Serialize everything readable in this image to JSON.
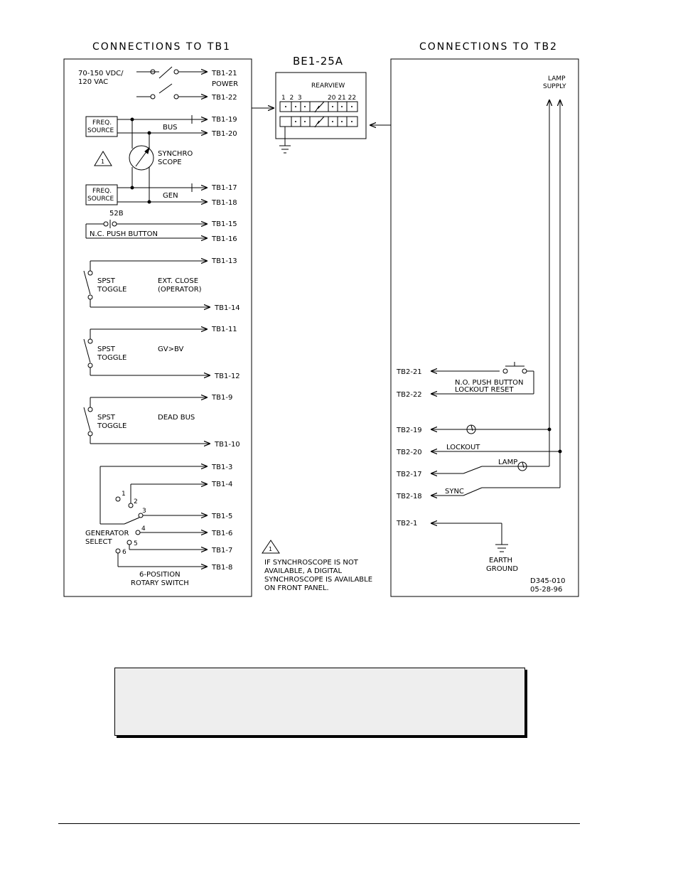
{
  "tb1": {
    "title": "CONNECTIONS TO TB1",
    "power_label_1": "70-150 VDC/",
    "power_label_2": "120 VAC",
    "power_text": "POWER",
    "freq_1": "FREQ.",
    "freq_2": "SOURCE",
    "bus": "BUS",
    "gen": "GEN",
    "synchro_1": "SYNCHRO",
    "synchro_2": "SCOPE",
    "note_mark": "1",
    "b52": "52B",
    "nc_push": "N.C. PUSH BUTTON",
    "spst": "SPST",
    "toggle": "TOGGLE",
    "ext_close_1": "EXT. CLOSE",
    "ext_close_2": "(OPERATOR)",
    "gvbv": "GV>BV",
    "dead_bus": "DEAD BUS",
    "gen_select_1": "GENERATOR",
    "gen_select_2": "SELECT",
    "rotary_1": "6-POSITION",
    "rotary_2": "ROTARY SWITCH",
    "pos": [
      "1",
      "2",
      "3",
      "4",
      "5",
      "6"
    ],
    "terminals": {
      "t21": "TB1-21",
      "t22": "TB1-22",
      "t19": "TB1-19",
      "t20": "TB1-20",
      "t17": "TB1-17",
      "t18": "TB1-18",
      "t15": "TB1-15",
      "t16": "TB1-16",
      "t13": "TB1-13",
      "t14": "TB1-14",
      "t11": "TB1-11",
      "t12": "TB1-12",
      "t9": "TB1-9",
      "t10": "TB1-10",
      "t3": "TB1-3",
      "t4": "TB1-4",
      "t5": "TB1-5",
      "t6": "TB1-6",
      "t7": "TB1-7",
      "t8": "TB1-8"
    }
  },
  "relay": {
    "title": "BE1-25A",
    "rearview": "REARVIEW",
    "pin_nums_left": "1  2  3",
    "pin_nums_right": "20 21 22"
  },
  "note": {
    "mark": "1",
    "line1": "IF SYNCHROSCOPE IS NOT",
    "line2": "AVAILABLE, A DIGITAL",
    "line3": "SYNCHROSCOPE IS AVAILABLE",
    "line4": "ON FRONT PANEL."
  },
  "tb2": {
    "title": "CONNECTIONS TO TB2",
    "lamp_supply_1": "LAMP",
    "lamp_supply_2": "SUPPLY",
    "no_push_1": "N.O. PUSH BUTTON",
    "no_push_2": "LOCKOUT RESET",
    "lockout": "LOCKOUT",
    "lamp": "LAMP",
    "sync": "SYNC",
    "earth_1": "EARTH",
    "earth_2": "GROUND",
    "drawing_no": "D345-010",
    "date": "05-28-96",
    "terminals": {
      "t21": "TB2-21",
      "t22": "TB2-22",
      "t19": "TB2-19",
      "t20": "TB2-20",
      "t17": "TB2-17",
      "t18": "TB2-18",
      "t1": "TB2-1"
    }
  }
}
